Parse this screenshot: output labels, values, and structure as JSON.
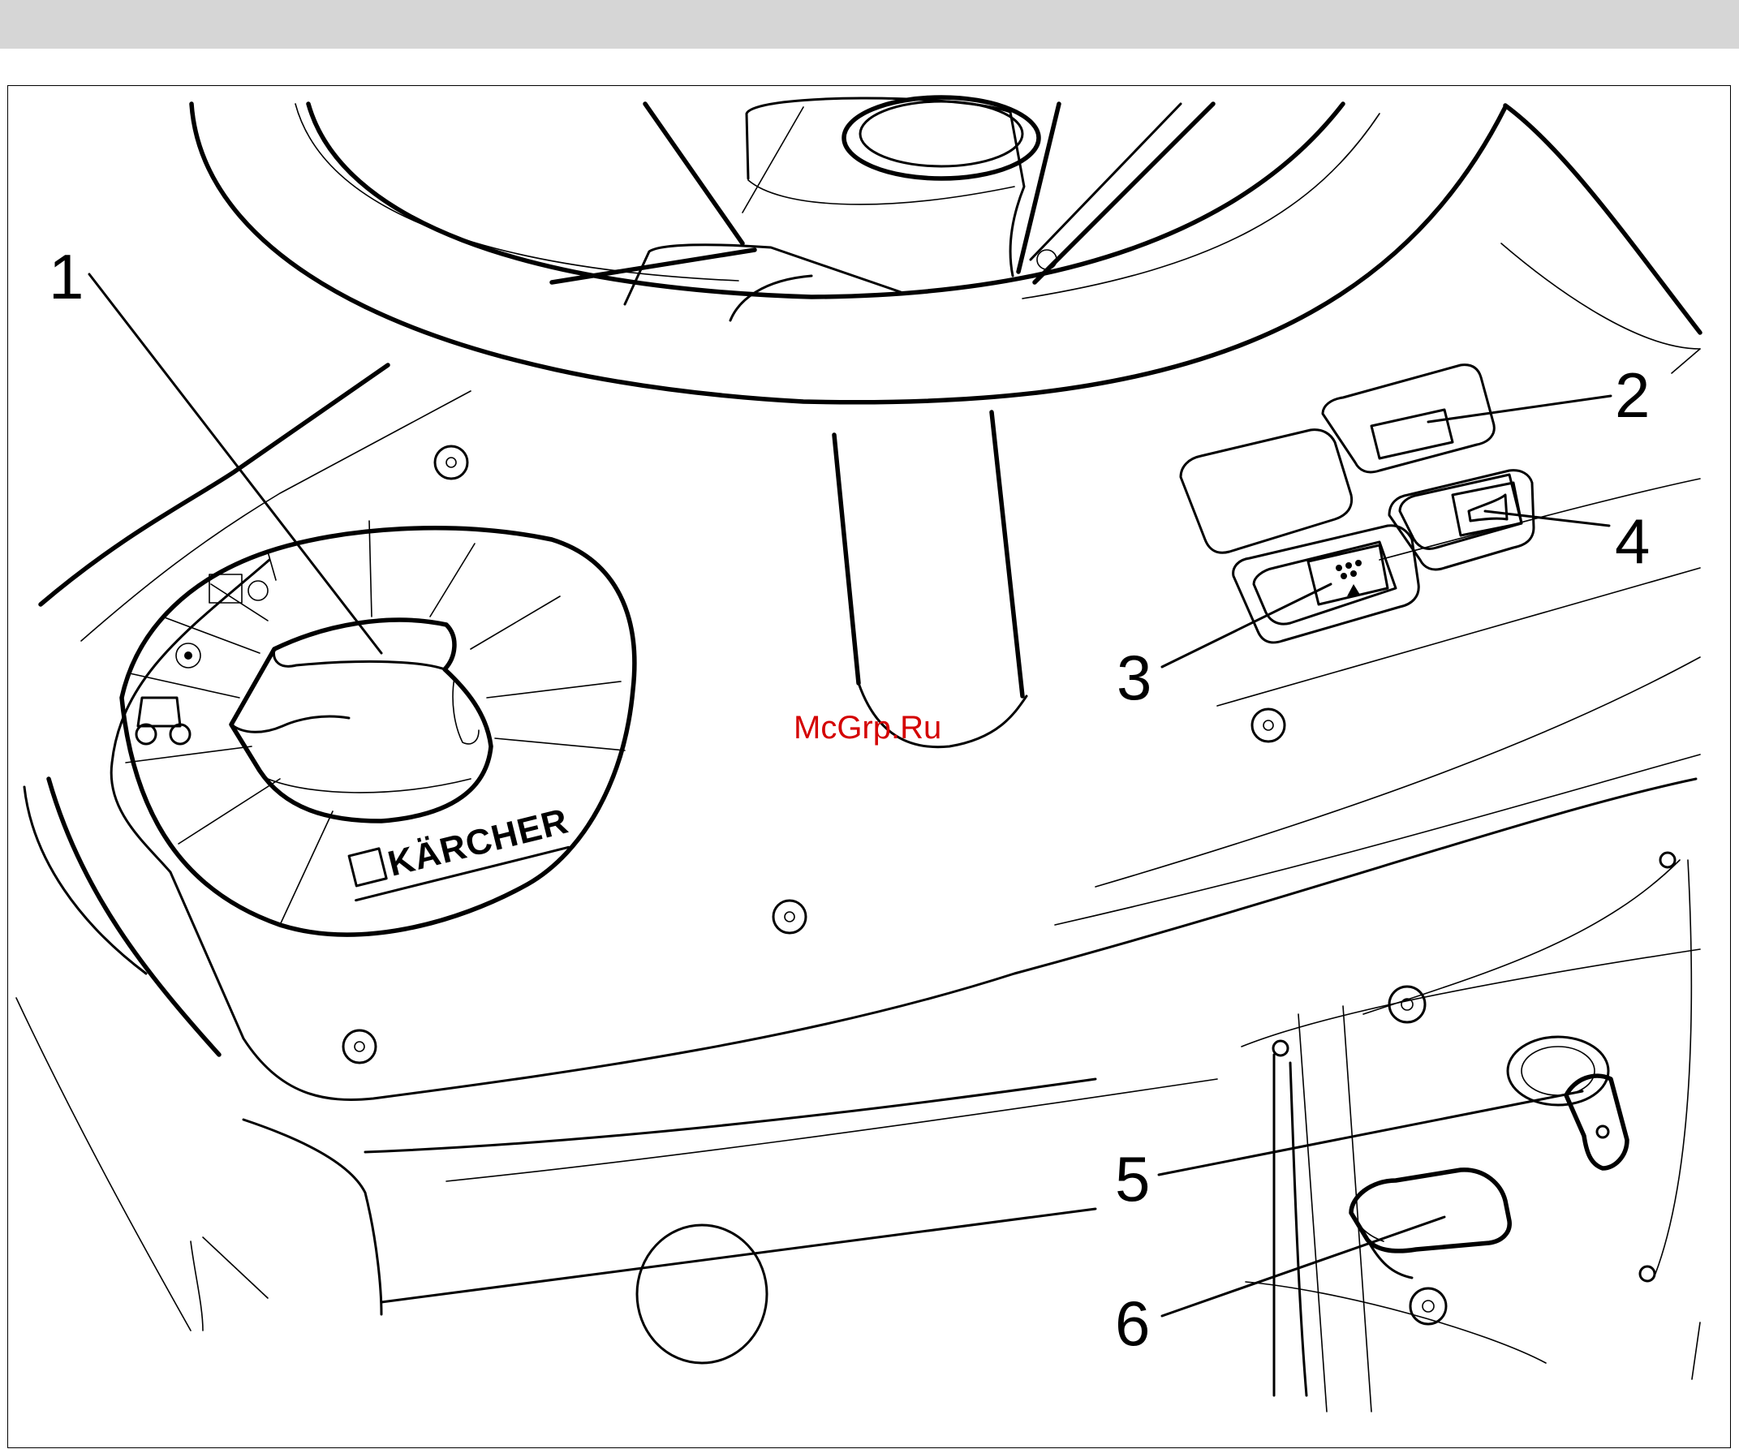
{
  "header_bar": {
    "color": "#d6d6d6"
  },
  "brand_text": "KÄRCHER",
  "watermark": {
    "text": "McGrp.Ru",
    "color": "#d40000"
  },
  "callouts": [
    {
      "label": "1",
      "target": "selector-knob"
    },
    {
      "label": "2",
      "target": "display-button"
    },
    {
      "label": "3",
      "target": "filter-shake-button"
    },
    {
      "label": "4",
      "target": "horn-button"
    },
    {
      "label": "5",
      "target": "key-switch"
    },
    {
      "label": "6",
      "target": "pedal-lever"
    }
  ],
  "icons": [
    "drive-mode-icon",
    "brush-icon",
    "side-brush-icon",
    "filter-shake-icon",
    "horn-icon",
    "screw-icon"
  ]
}
